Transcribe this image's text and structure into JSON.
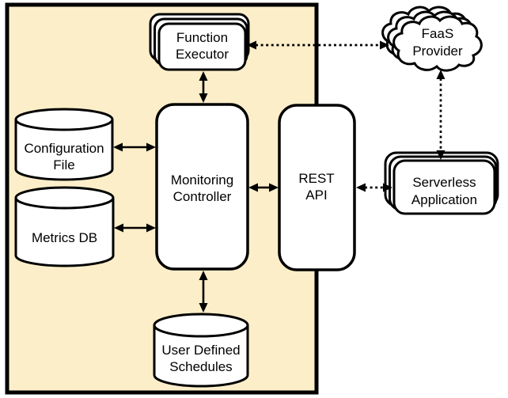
{
  "diagram": {
    "kind": "architecture-diagram",
    "colors": {
      "container_fill": "#FCEEC9",
      "node_fill": "#FFFFFF",
      "line_color": "#000000",
      "text_color": "#000000"
    },
    "nodes": {
      "function_executor": {
        "type": "stacked-rounded-box",
        "label": "Function Executor",
        "line1": "Function",
        "line2": "Executor"
      },
      "monitoring_controller": {
        "type": "rounded-box",
        "label": "Monitoring Controller",
        "line1": "Monitoring",
        "line2": "Controller"
      },
      "rest_api": {
        "type": "rounded-box",
        "label": "REST API",
        "line1": "REST",
        "line2": "API"
      },
      "configuration_file": {
        "type": "cylinder",
        "label": "Configuration File",
        "line1": "Configuration",
        "line2": "File"
      },
      "metrics_db": {
        "type": "cylinder",
        "label": "Metrics DB",
        "line1": "Metrics DB"
      },
      "user_defined_schedules": {
        "type": "cylinder",
        "label": "User Defined Schedules",
        "line1": "User Defined",
        "line2": "Schedules"
      },
      "faas_provider": {
        "type": "cloud-stack",
        "label": "FaaS Provider",
        "line1": "FaaS",
        "line2": "Provider"
      },
      "serverless_application": {
        "type": "stacked-rounded-box",
        "label": "Serverless Application",
        "line1": "Serverless",
        "line2": "Application"
      }
    },
    "edges": [
      {
        "from": "configuration_file",
        "to": "monitoring_controller",
        "style": "solid",
        "arrows": "both"
      },
      {
        "from": "metrics_db",
        "to": "monitoring_controller",
        "style": "solid",
        "arrows": "both"
      },
      {
        "from": "function_executor",
        "to": "monitoring_controller",
        "style": "solid",
        "arrows": "both"
      },
      {
        "from": "monitoring_controller",
        "to": "user_defined_schedules",
        "style": "solid",
        "arrows": "both"
      },
      {
        "from": "monitoring_controller",
        "to": "rest_api",
        "style": "solid",
        "arrows": "both"
      },
      {
        "from": "function_executor",
        "to": "faas_provider",
        "style": "dotted",
        "arrows": "both"
      },
      {
        "from": "rest_api",
        "to": "serverless_application",
        "style": "dotted",
        "arrows": "both"
      },
      {
        "from": "faas_provider",
        "to": "serverless_application",
        "style": "dotted",
        "arrows": "both"
      }
    ]
  }
}
